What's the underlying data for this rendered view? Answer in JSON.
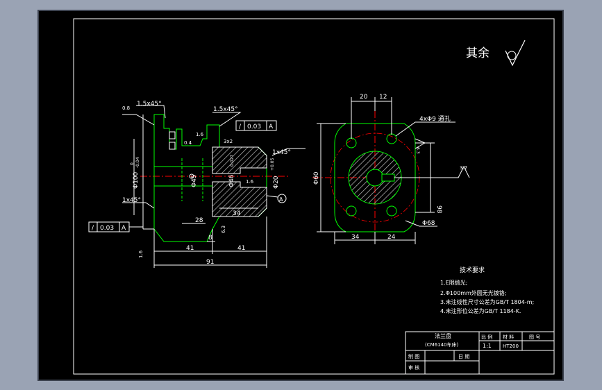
{
  "surface_roughness_note": {
    "text": "其余",
    "symbol": "check-roughness-symbol"
  },
  "left_view": {
    "chamfers": [
      "1.5x45°",
      "1.5x45°",
      "1x45°",
      "1x45°"
    ],
    "roughness": [
      "0.8",
      "0.4",
      "1.6",
      "1.6",
      "1.6",
      "6.3"
    ],
    "diameters": [
      "Φ100",
      "Φ45",
      "Φ46",
      "Φ20",
      "0",
      "-0.04",
      "0.027",
      "+0.05"
    ],
    "dims": [
      "3x2",
      "28",
      "34",
      "8",
      "41",
      "41",
      "91"
    ],
    "tolerance_frames": [
      {
        "sym": "/",
        "value": "0.03",
        "datum": "A"
      },
      {
        "sym": "/",
        "value": "0.03",
        "datum": "A"
      }
    ],
    "datum_label": "A"
  },
  "right_view": {
    "dims_top": [
      "20",
      "12"
    ],
    "hole_note": "4xΦ9 通孔",
    "roughness": [
      "6.3",
      "3.2"
    ],
    "dim_phi60": "Φ60",
    "dim_side": "98",
    "dim_phi68": "Φ68",
    "dims_bottom": [
      "34",
      "24"
    ]
  },
  "tech_requirements": {
    "title": "技术要求",
    "items": [
      "1.E限抛光;",
      "2.Φ100mm外圆无光镀铬;",
      "3.未注线性尺寸公差为GB/T 1804-m;",
      "4.未注形位公差为GB/T 1184-K."
    ]
  },
  "title_block": {
    "part_name": "法兰盘",
    "part_sub": "(CM6140车床)",
    "col_headers": [
      "比 例",
      "材 料",
      "图 号"
    ],
    "scale": "1:1",
    "material": "HT200",
    "drawn": "制 图",
    "checked": "审 核",
    "date": "日 期"
  },
  "colors": {
    "frame_outer": "#3d4350",
    "paper": "#000000",
    "line": "#ffffff",
    "part": "#00ff00",
    "center": "#ff0000",
    "hatch": "#b8b8b8",
    "text": "#ffffff"
  }
}
